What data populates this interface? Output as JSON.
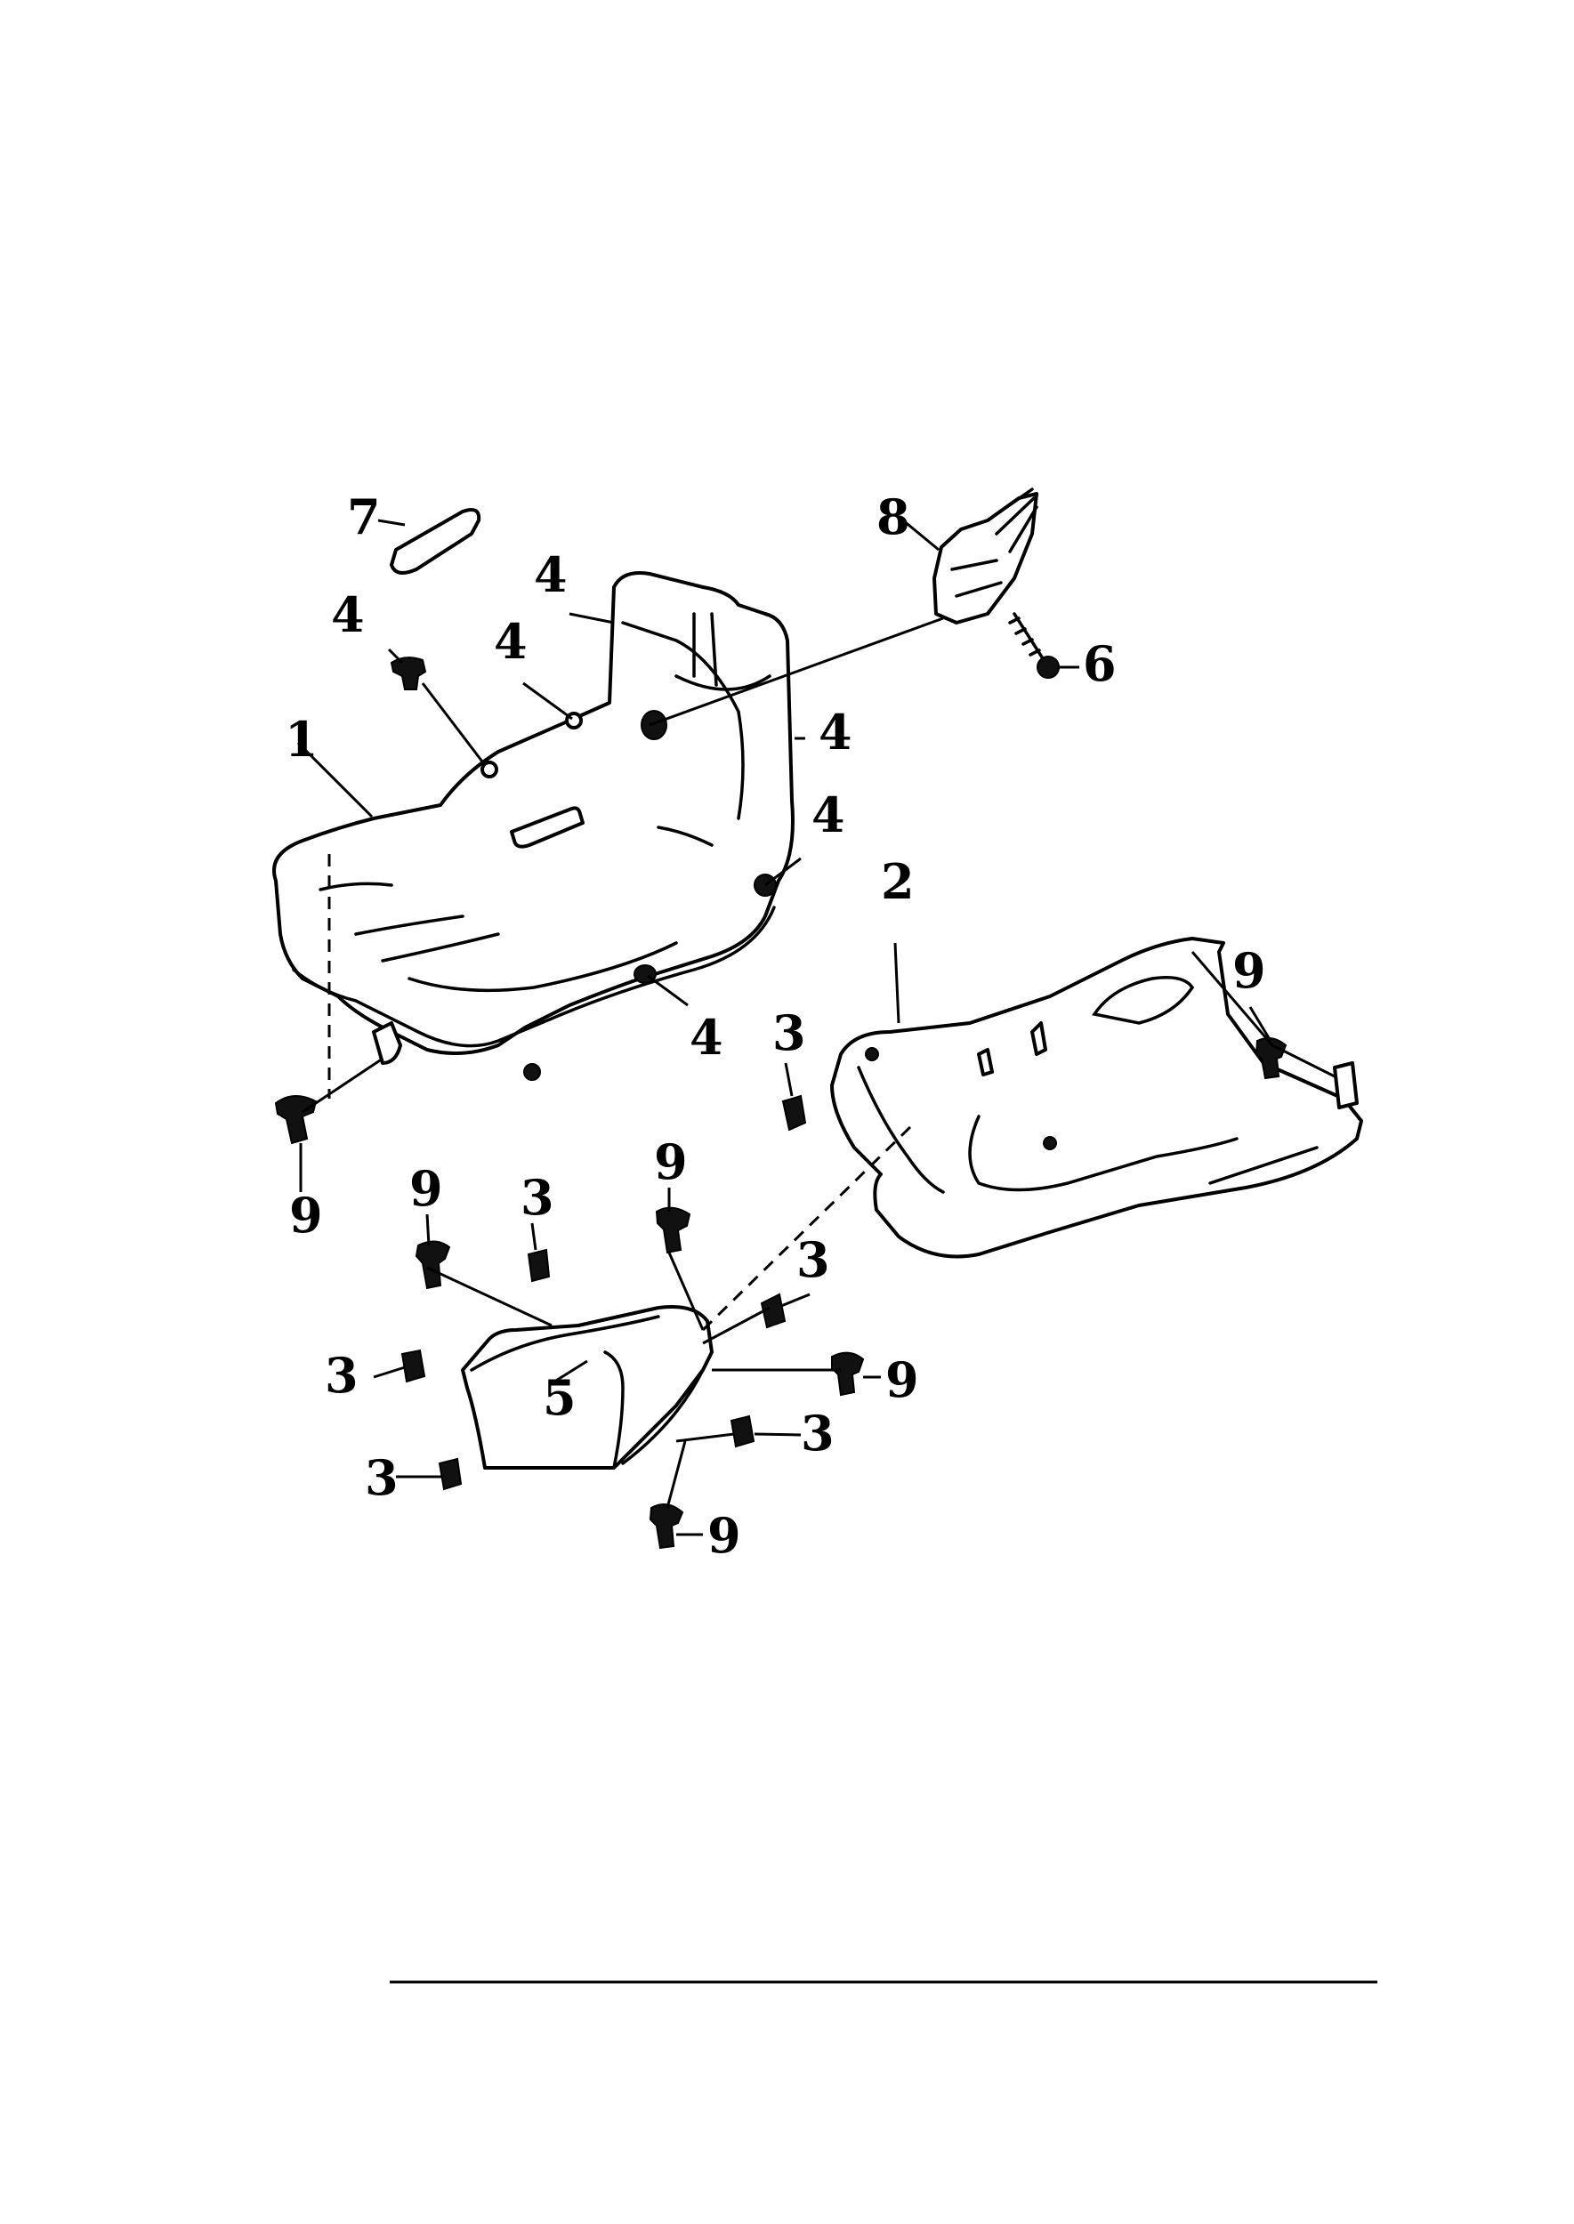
{
  "diagram": {
    "callouts": {
      "p7": "7",
      "p8": "8",
      "p4a": "4",
      "p4b": "4",
      "p4c": "4",
      "p4d": "4",
      "p4e": "4",
      "p4f": "4",
      "p1": "1",
      "p6": "6",
      "p2": "2",
      "p9a": "9",
      "p3a": "3",
      "p9b": "9",
      "p9c": "9",
      "p3b": "3",
      "p9d": "9",
      "p3c": "3",
      "p3d": "3",
      "p5": "5",
      "p9e": "9",
      "p3e": "3",
      "p3f": "3",
      "p9f": "9"
    },
    "parts": {
      "front_shield": "front-shield",
      "floor_panel": "floor-panel",
      "lower_cover": "lower-cover",
      "hook": "hook",
      "trim_strip": "trim-strip"
    }
  },
  "icons": {
    "screw": "screw-icon",
    "clip_nut": "clip-nut-icon",
    "rivet": "rivet-icon"
  },
  "colors": {
    "line": "#000000",
    "background": "#ffffff"
  }
}
